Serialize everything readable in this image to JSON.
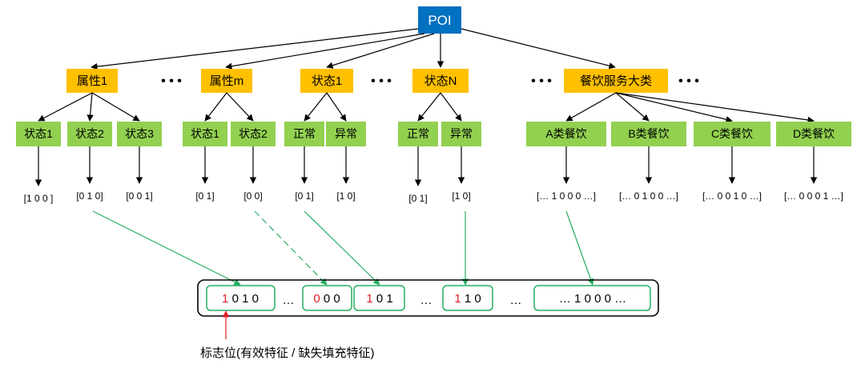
{
  "root": {
    "label": "POI",
    "color": "#0070c0"
  },
  "colors": {
    "orange": "#ffc000",
    "green": "#92d050",
    "link": "#27ae60",
    "flag": "#e31b23"
  },
  "level1": [
    {
      "label": "属性1"
    },
    {
      "label": "属性m"
    },
    {
      "label": "状态1"
    },
    {
      "label": "状态N"
    },
    {
      "label": "餐饮服务大类"
    }
  ],
  "ellipsis": "• • •",
  "level2": [
    {
      "label": "状态1",
      "value": "[1 0 0 ]"
    },
    {
      "label": "状态2",
      "value": "[0 1 0]"
    },
    {
      "label": "状态3",
      "value": "[0 0 1]"
    },
    {
      "label": "状态1",
      "value": "[0 1]"
    },
    {
      "label": "状态2",
      "value": "[0 0]"
    },
    {
      "label": "正常",
      "value": "[0 1]"
    },
    {
      "label": "异常",
      "value": "[1 0]"
    },
    {
      "label": "正常",
      "value": "[0 1]"
    },
    {
      "label": "异常",
      "value": "[1 0]"
    },
    {
      "label": "A类餐饮",
      "value": "[… 1 0 0 0 …]"
    },
    {
      "label": "B类餐饮",
      "value": "[… 0 1 0 0 …]"
    },
    {
      "label": "C类餐饮",
      "value": "[… 0 0 1 0 …]"
    },
    {
      "label": "D类餐饮",
      "value": "[… 0 0 0 1 …]"
    }
  ],
  "vector": {
    "segments": [
      {
        "flag": "1",
        "rest": "0 1 0"
      },
      {
        "flag": "0",
        "rest": "0 0"
      },
      {
        "flag": "1",
        "rest": "0 1"
      },
      {
        "flag": "1",
        "rest": "1 0"
      },
      {
        "flag": "",
        "rest": "… 1 0 0 0 …"
      }
    ],
    "separator": "…"
  },
  "caption": "标志位(有效特征 / 缺失填充特征)"
}
